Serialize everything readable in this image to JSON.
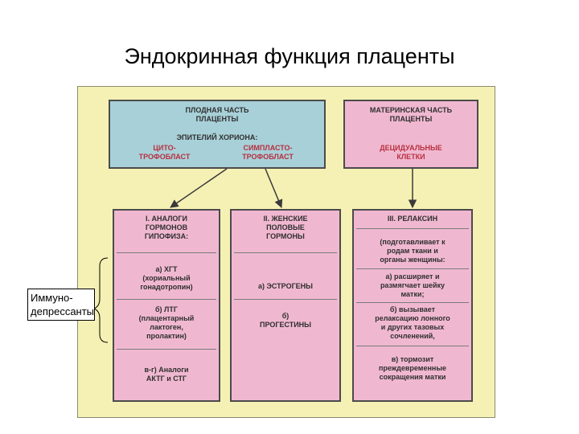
{
  "title": "Эндокринная функция плаценты",
  "fetal": {
    "heading": "ПЛОДНАЯ ЧАСТЬ\nПЛАЦЕНТЫ",
    "epithelium": "ЭПИТЕЛИЙ ХОРИОНА:",
    "cyto": "ЦИТО-\nТРОФОБЛАСТ",
    "sympl": "СИМПЛАСТО-\nТРОФОБЛАСТ"
  },
  "maternal": {
    "heading": "МАТЕРИНСКАЯ ЧАСТЬ\nПЛАЦЕНТЫ",
    "cells": "ДЕЦИДУАЛЬНЫЕ\nКЛЕТКИ"
  },
  "col1": {
    "heading": "I. АНАЛОГИ\nГОРМОНОВ\nГИПОФИЗА:",
    "item_a": "а) ХГТ\n(хориальный\nгонадотропин)",
    "item_b": "б) ЛТГ\n(плацентарный\nлактоген,\nпролактин)",
    "item_vg": "в-г) Аналоги\nАКТГ и СТГ"
  },
  "col2": {
    "heading": "II. ЖЕНСКИЕ\nПОЛОВЫЕ\nГОРМОНЫ",
    "item_a": "а) ЭСТРОГЕНЫ",
    "item_b": "б)\nПРОГЕСТИНЫ"
  },
  "col3": {
    "heading": "III. РЕЛАКСИН",
    "intro": "(подготавливает к\nродам ткани и\nорганы женщины:",
    "item_a": "а) расширяет и\nразмягчает шейку\nматки;",
    "item_b": "б) вызывает\nрелаксацию лонного\nи других тазовых\nсочленений,",
    "item_v": "в) тормозит\nпреждевременные\nсокращения матки"
  },
  "side_label": "Иммуно-\nдепрессанты",
  "colors": {
    "panel": "#f5f1b4",
    "blue_box": "#a8d0d8",
    "pink_box": "#f0b8d0",
    "red_text": "#b83040"
  }
}
